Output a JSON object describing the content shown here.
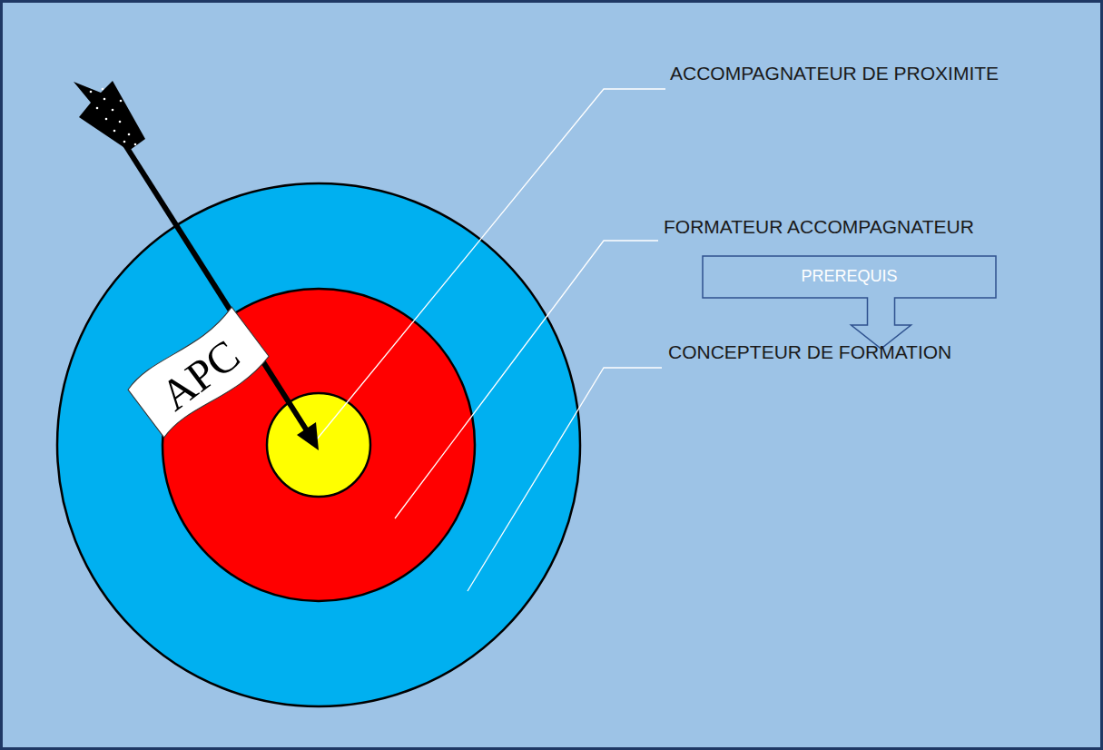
{
  "diagram": {
    "nodes": [
      {
        "text": [
          "APC"
        ]
      },
      {
        "text": [
          "PREREQUIS"
        ]
      }
    ],
    "labels": [
      "ACCOMPAGNATEUR DE PROXIMITE",
      "FORMATEUR ACCOMPAGNATEUR",
      "CONCEPTEUR DE FORMATION"
    ]
  }
}
